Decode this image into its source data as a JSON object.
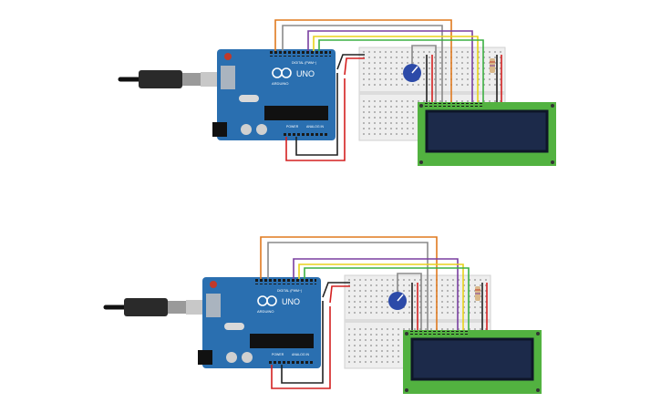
{
  "boards": [
    {
      "uno_text": "UNO",
      "brand_text": "ARDUINO",
      "digital_label": "DIGITAL (PWM~)",
      "power_label": "POWER",
      "analog_label": "ANALOG IN"
    },
    {
      "uno_text": "UNO",
      "brand_text": "ARDUINO",
      "digital_label": "DIGITAL (PWM~)",
      "power_label": "POWER",
      "analog_label": "ANALOG IN"
    }
  ],
  "colors": {
    "board": "#2a6fb0",
    "lcd_frame": "#52b240",
    "lcd_screen": "#1c2a4a",
    "breadboard": "#eeeeee",
    "wire_orange": "#e07a1f",
    "wire_gray": "#8a8a8a",
    "wire_purple": "#7a3fa0",
    "wire_yellow": "#e8d21a",
    "wire_green": "#3cb043",
    "wire_black": "#222222",
    "wire_red": "#d42020",
    "pot": "#2c4aa8"
  }
}
